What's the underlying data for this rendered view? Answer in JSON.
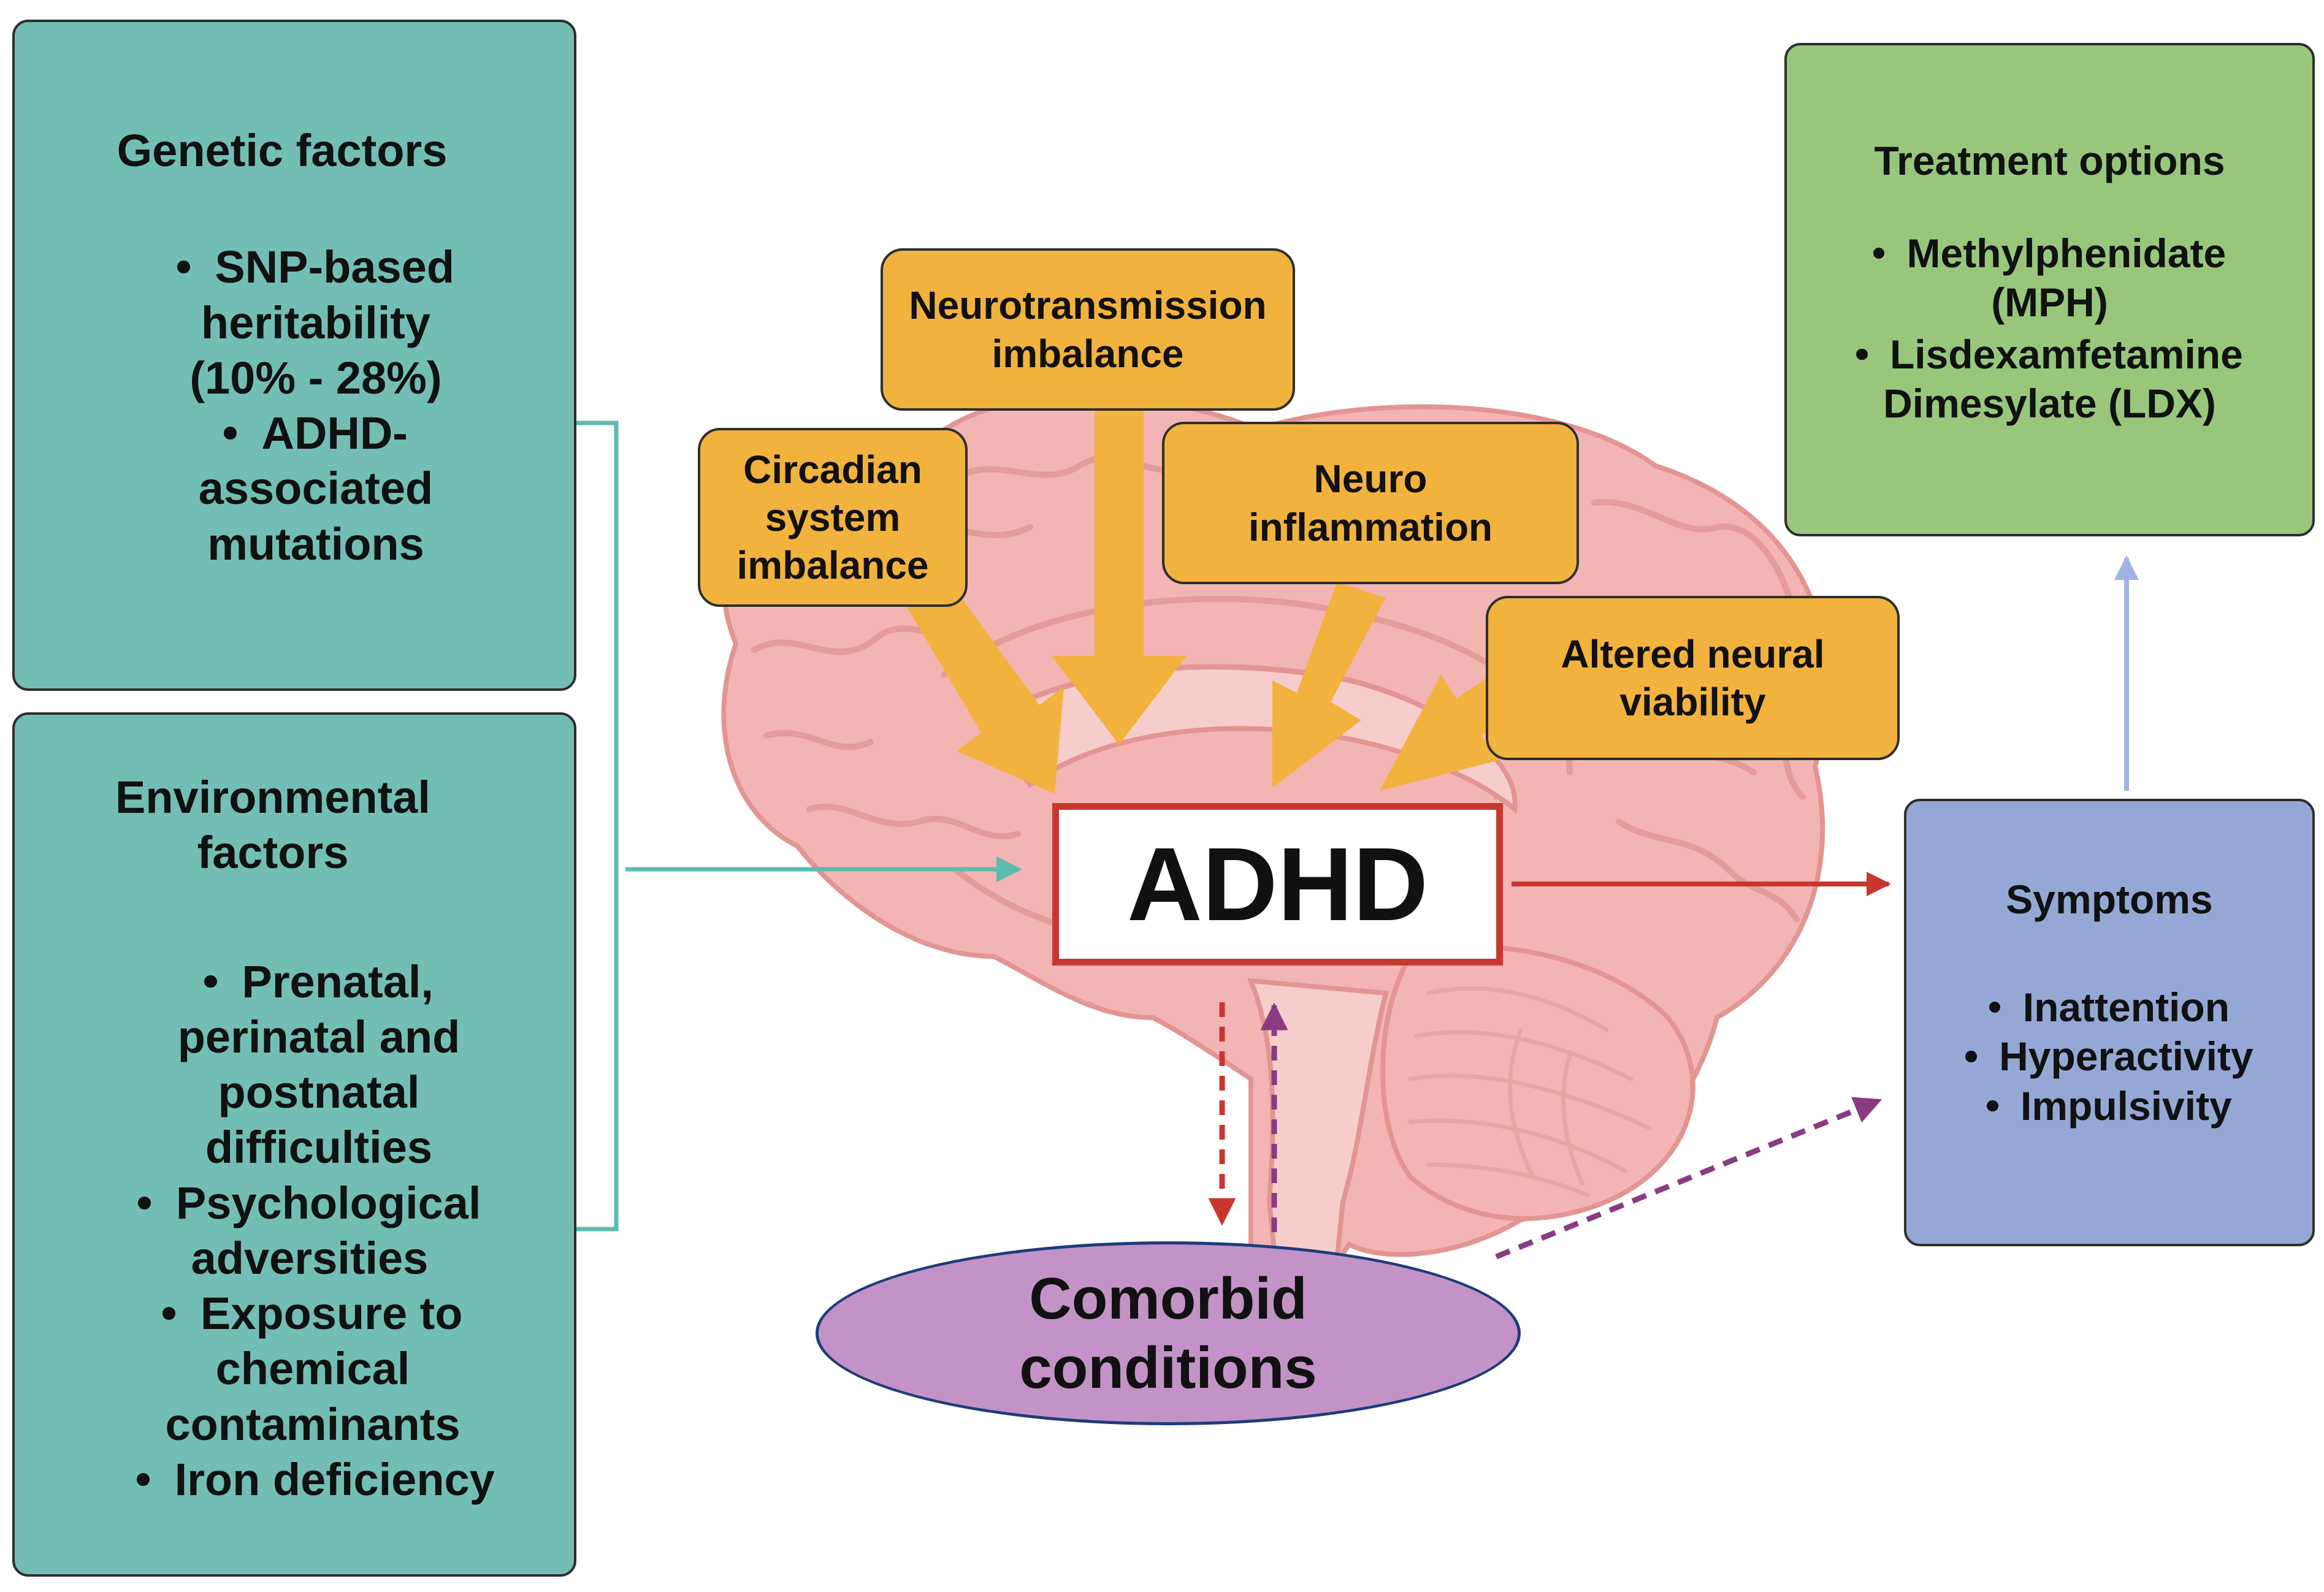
{
  "genetic": {
    "title": "Genetic factors",
    "items": [
      "SNP-based heritability (10% - 28%)",
      "ADHD-associated mutations"
    ]
  },
  "environmental": {
    "title": "Environmental factors",
    "items": [
      "Prenatal, perinatal and postnatal difficulties",
      "Psychological adversities",
      "Exposure to chemical contaminants",
      "Iron deficiency"
    ]
  },
  "mechanisms": {
    "circadian": "Circadian system imbalance",
    "neurotransmission": "Neurotransmission imbalance",
    "neuroinflammation": "Neuro inflammation",
    "viability": "Altered neural viability"
  },
  "center": {
    "label": "ADHD"
  },
  "comorbid": {
    "label": "Comorbid conditions"
  },
  "treatment": {
    "title": "Treatment options",
    "items": [
      "Methylphenidate (MPH)",
      "Lisdexamfetamine Dimesylate (LDX)"
    ]
  },
  "symptoms": {
    "title": "Symptoms",
    "items": [
      "Inattention",
      "Hyperactivity",
      "Impulsivity"
    ]
  },
  "colors": {
    "teal": "#72beb4",
    "green": "#98c77c",
    "blue": "#95a8d5",
    "orange": "#f2b23e",
    "adhd_border": "#c8372f",
    "comorbid_fill": "#c393c7",
    "brain": "#f2b5b3",
    "arrow_red": "#c8372f",
    "arrow_purple": "#8a3b84",
    "arrow_teal": "#5bbcad",
    "arrow_blue": "#9fb2e3"
  }
}
